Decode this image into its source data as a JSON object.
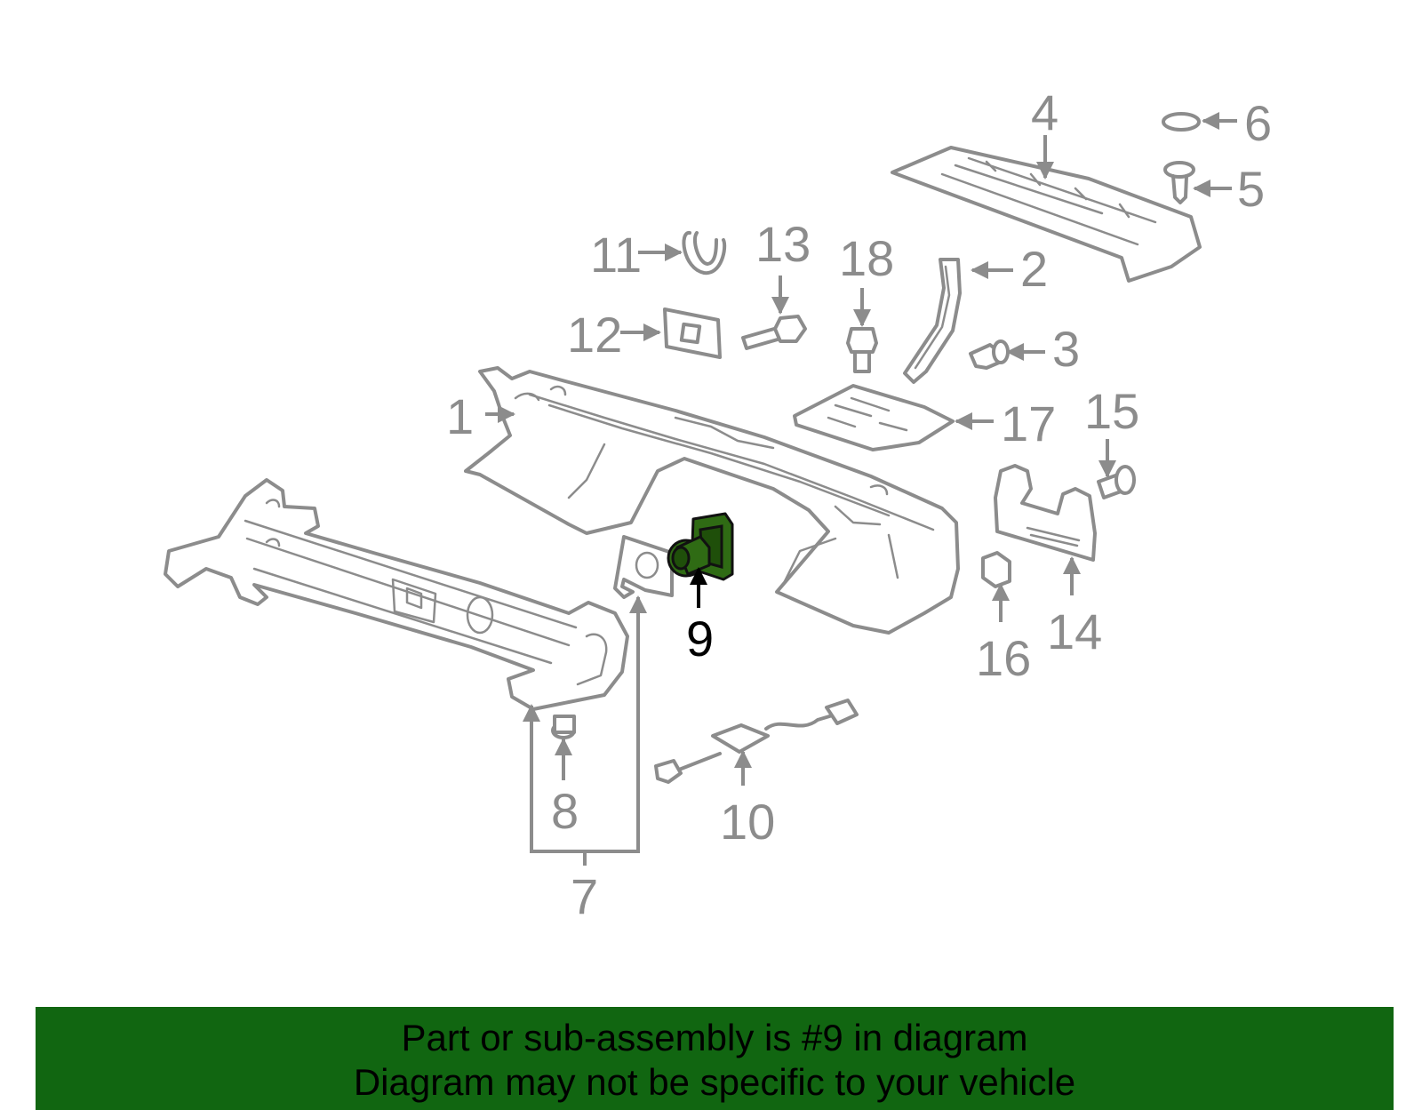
{
  "callouts": {
    "c1": "1",
    "c2": "2",
    "c3": "3",
    "c4": "4",
    "c5": "5",
    "c6": "6",
    "c7": "7",
    "c8": "8",
    "c9": "9",
    "c10": "10",
    "c11": "11",
    "c12": "12",
    "c13": "13",
    "c14": "14",
    "c15": "15",
    "c16": "16",
    "c17": "17",
    "c18": "18"
  },
  "highlighted_part": "9",
  "colors": {
    "part_line": "#8c8c8c",
    "highlight_part": "#2f6b14",
    "banner_background": "#116611",
    "banner_text": "#000000"
  },
  "banner": {
    "line1": "Part or sub-assembly is #9 in diagram",
    "line2": "Diagram may not be specific to your vehicle"
  }
}
